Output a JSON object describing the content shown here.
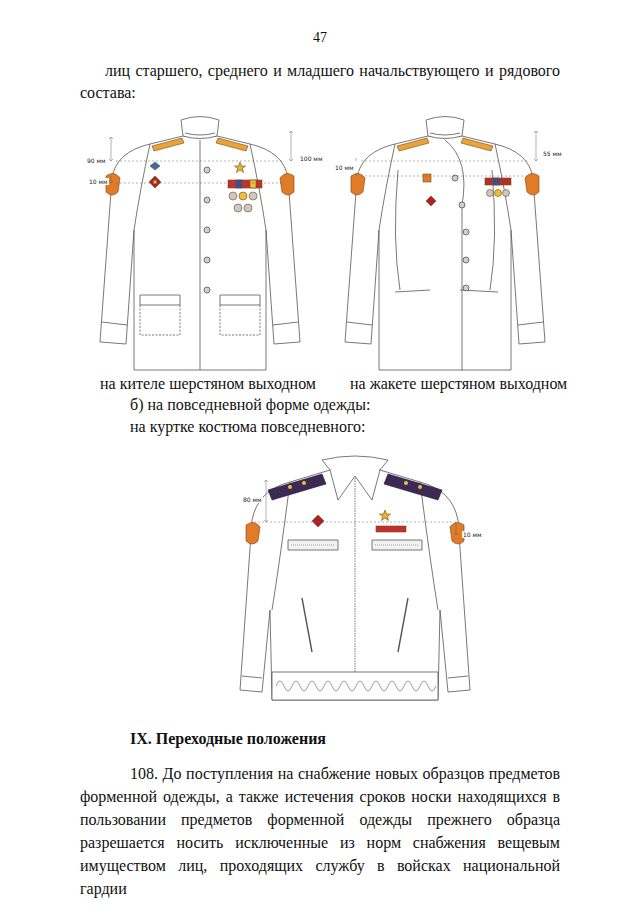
{
  "diagram": {
    "labels": [
      "47",
      "лиц старшего, среднего и младшего начальствующего и рядового состава:",
      "90 мм",
      "100 мм",
      "10 мм",
      "10 мм",
      "55 мм",
      "на кителе шерстяном выходном",
      "на жакете шерстяном выходном",
      "б) на повседневной форме одежды:",
      "на куртке костюма повседневного:",
      "80 мм",
      "10 мм",
      "IX. Переходные положения",
      "108. До поступления на снабжение новых образцов предметов форменной одежды, а также истечения сроков носки находящихся в пользовании предметов форменной одежды прежнего образца разрешается носить исключенные из норм снабжения вещевым имуществом лиц, проходящих службу в войсках национальной гардии"
    ]
  }
}
